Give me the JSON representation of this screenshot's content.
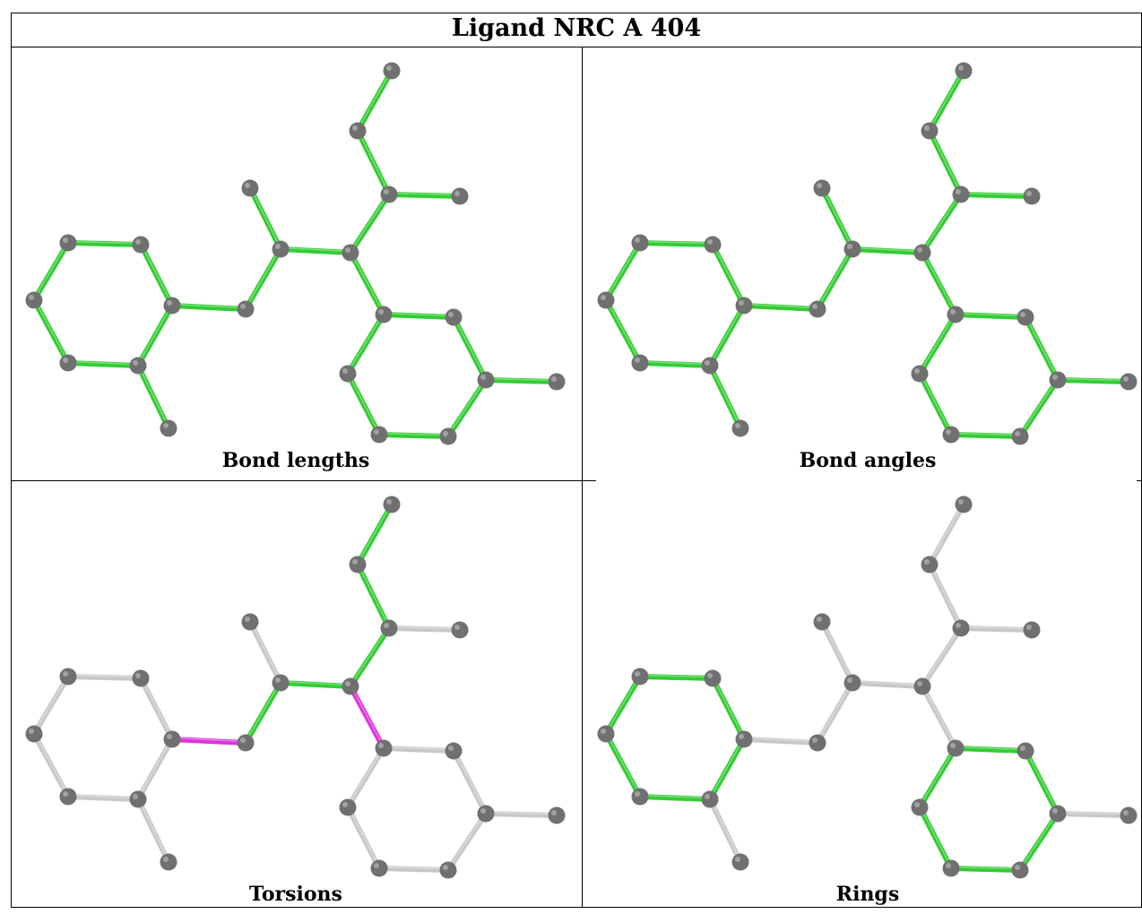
{
  "title": "Ligand NRC A 404",
  "panels": [
    {
      "caption": "Bond lengths",
      "highlight": "all"
    },
    {
      "caption": "Bond angles",
      "highlight": "all"
    },
    {
      "caption": "Torsions",
      "highlight": "torsions"
    },
    {
      "caption": "Rings",
      "highlight": "rings"
    }
  ],
  "colors": {
    "highlight_bond": "#33cc33",
    "torsion_bond": "#dd33dd",
    "plain_bond": "#c8c8c8",
    "atom": "#707070"
  }
}
